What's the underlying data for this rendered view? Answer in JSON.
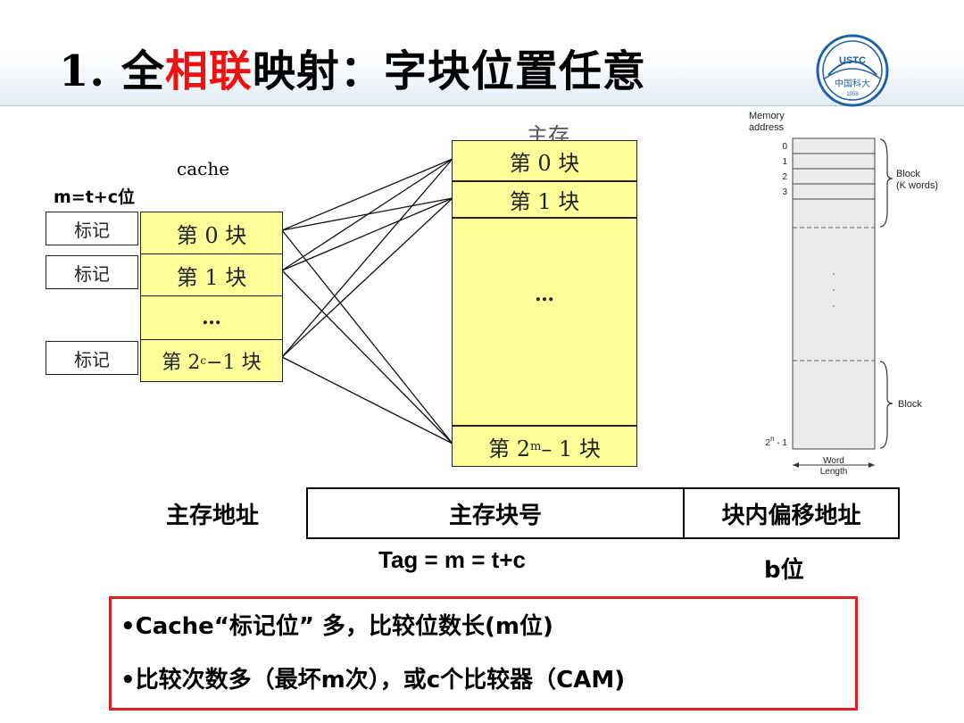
{
  "title": {
    "number": "1.",
    "part1": "全",
    "highlight": "相联",
    "part2": "映射：字块位置任意"
  },
  "logo": {
    "text": "USTC",
    "subtext": "中国科大",
    "year": "1958"
  },
  "cache": {
    "label": "cache",
    "formula": "m=t+c位",
    "tags": [
      "标记",
      "标记",
      "标记"
    ],
    "blocks": [
      "第 0 块",
      "第 1 块",
      "…",
      "第 2^c−1 块"
    ],
    "last_block_pre": "第 2",
    "last_block_sup": "c",
    "last_block_post": "−1 块"
  },
  "main_memory": {
    "label": "主存",
    "blocks": [
      "第 0 块",
      "第 1 块",
      "…"
    ],
    "last_block_pre": "第 2",
    "last_block_sup": "m",
    "last_block_post": "– 1 块"
  },
  "memory_diagram": {
    "title_line1": "Memory",
    "title_line2": "address",
    "rows": [
      "0",
      "1",
      "2",
      "3"
    ],
    "last_row_base": "2",
    "last_row_sup": "n",
    "last_row_post": " - 1",
    "block_label_1": "Block",
    "block_label_2": "(K words)",
    "block_label_bottom": "Block",
    "word_length_1": "Word",
    "word_length_2": "Length",
    "dots": [
      "·",
      "·",
      "·"
    ]
  },
  "address": {
    "label": "主存地址",
    "field1": "主存块号",
    "field2": "块内偏移地址",
    "formula1": "Tag = m = t+c",
    "formula2": "b位"
  },
  "notes": [
    "•Cache“标记位” 多，比较位数长(m位)",
    "•比较次数多（最坏m次），或c个比较器（CAM)"
  ]
}
